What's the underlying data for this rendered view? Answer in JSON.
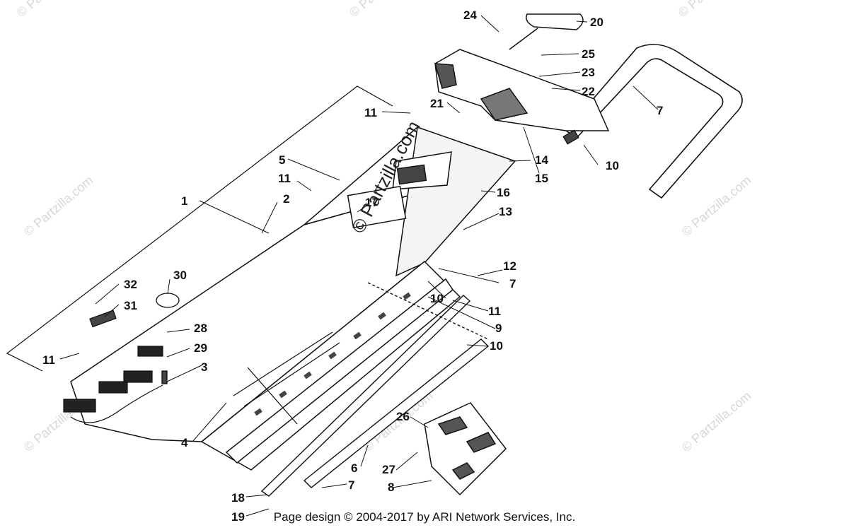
{
  "watermark": "© Partzilla.com",
  "callouts": [
    "1",
    "2",
    "3",
    "4",
    "5",
    "6",
    "7",
    "7",
    "7",
    "7",
    "8",
    "9",
    "10",
    "10",
    "10",
    "11",
    "11",
    "11",
    "11",
    "12",
    "13",
    "14",
    "15",
    "16",
    "17",
    "18",
    "19",
    "20",
    "21",
    "22",
    "23",
    "24",
    "25",
    "26",
    "27",
    "28",
    "29",
    "30",
    "31",
    "32"
  ],
  "footer": {
    "credit": "Page design © 2004-2017 by ARI Network Services, Inc."
  }
}
